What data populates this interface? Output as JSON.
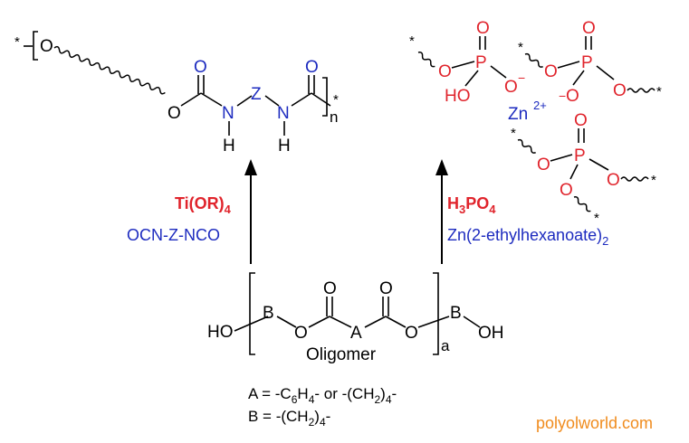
{
  "polyurethane": {
    "star_left": "*",
    "o_ether": "O",
    "o_ester": "O",
    "o_carbonyl_1": "O",
    "n_1": "N",
    "h_1": "H",
    "z": "Z",
    "n_2": "N",
    "h_2": "H",
    "o_carbonyl_2": "O",
    "subscript_n": "n",
    "star_right": "*"
  },
  "phosphate": {
    "unit1": {
      "star": "*",
      "o_top": "O",
      "p": "P",
      "o_ester": "O",
      "ho": "HO",
      "o_minus": "O",
      "charge": "−"
    },
    "unit2": {
      "star_left": "*",
      "o_left": "O",
      "p": "P",
      "o_top": "O",
      "o_minus": "O",
      "charge": "−",
      "o_right": "O",
      "star_right": "*"
    },
    "unit3": {
      "star_left": "*",
      "o_left": "O",
      "p": "P",
      "o_top": "O",
      "o_right": "O",
      "star_right": "*",
      "o_bottom": "O",
      "star_bottom": "*"
    },
    "zn": "Zn",
    "zn_charge": "2+"
  },
  "left_arrow": {
    "catalyst_main": "Ti(OR)",
    "catalyst_sub": "4",
    "reagent": "OCN-Z-NCO"
  },
  "right_arrow": {
    "catalyst_main": "H",
    "catalyst_sub1": "3",
    "catalyst_mid": "PO",
    "catalyst_sub2": "4",
    "reagent_main": "Zn(2-ethylhexanoate)",
    "reagent_sub": "2"
  },
  "oligomer": {
    "ho_left": "HO",
    "b_left": "B",
    "o_left": "O",
    "o_carbonyl_left": "O",
    "a": "A",
    "o_carbonyl_right": "O",
    "o_right": "O",
    "b_right": "B",
    "oh_right": "OH",
    "subscript_a": "a",
    "label": "Oligomer"
  },
  "definitions": {
    "a_prefix": "A = -C",
    "a_sub1": "6",
    "a_h": "H",
    "a_sub2": "4",
    "a_mid": "- or -(CH",
    "a_sub3": "2",
    "a_end": ")",
    "a_sub4": "4",
    "a_tail": "-",
    "b_prefix": "B = -(CH",
    "b_sub1": "2",
    "b_end": ")",
    "b_sub2": "4",
    "b_tail": "-"
  },
  "watermark": "polyolworld.com",
  "colors": {
    "black": "#000000",
    "red": "#e0242c",
    "blue": "#1d2bbf",
    "watermark": "#f08c1e"
  }
}
